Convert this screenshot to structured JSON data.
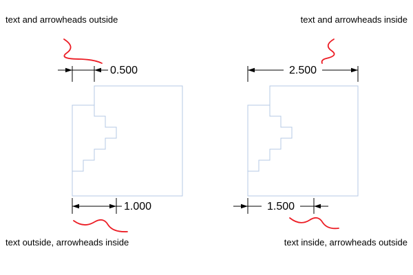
{
  "colors": {
    "background": "#ffffff",
    "shape": "#b4c9e4",
    "dimension": "#000000",
    "leader": "#ec1c24",
    "text": "#000000"
  },
  "annotations": {
    "top_left": "text and arrowheads outside",
    "top_right": "text and arrowheads inside",
    "bottom_left": "text outside, arrowheads inside",
    "bottom_right": "text inside, arrowheads outside"
  },
  "figures": [
    {
      "name": "left stepped part",
      "top_dimension": {
        "value": "0.500",
        "placement": "text and arrowheads outside"
      },
      "bottom_dimension": {
        "value": "1.000",
        "placement": "text outside, arrowheads inside"
      }
    },
    {
      "name": "right stepped part",
      "top_dimension": {
        "value": "2.500",
        "placement": "text and arrowheads inside"
      },
      "bottom_dimension": {
        "value": "1.500",
        "placement": "text inside, arrowheads outside"
      }
    }
  ]
}
